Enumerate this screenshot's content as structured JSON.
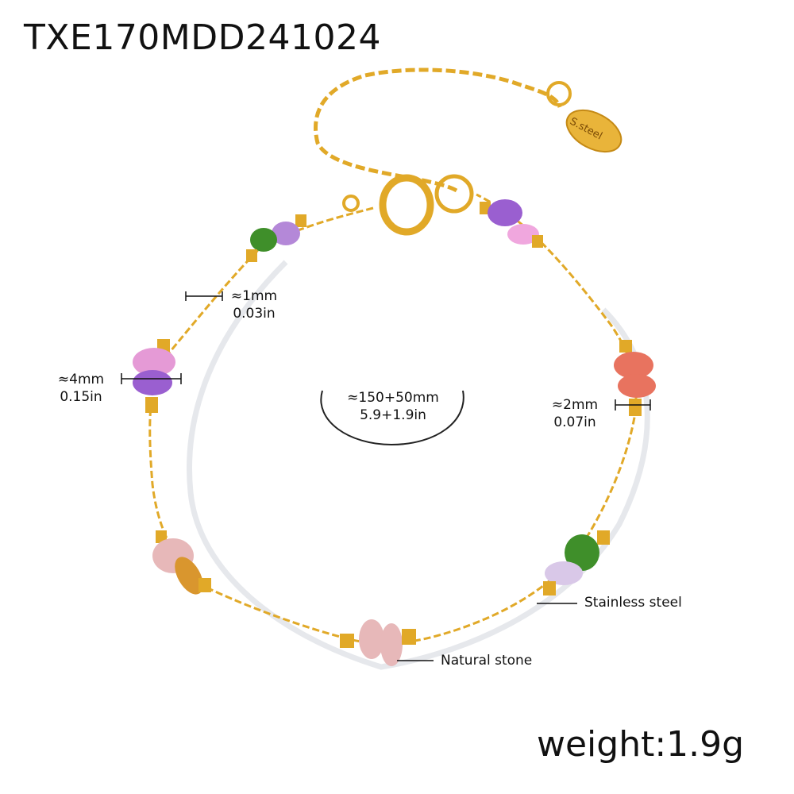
{
  "sku": "TXE170MDD241024",
  "weight_label": "weight:1.9g",
  "tag_text": "S.steel",
  "dimensions": {
    "chain_width": {
      "mm": "≈1mm",
      "in": "0.03in"
    },
    "stone_width": {
      "mm": "≈4mm",
      "in": "0.15in"
    },
    "length": {
      "mm": "≈150+50mm",
      "in": "5.9+1.9in"
    },
    "bead_width": {
      "mm": "≈2mm",
      "in": "0.07in"
    }
  },
  "callouts": {
    "steel": "Stainless steel",
    "stone": "Natural stone"
  },
  "colors": {
    "gold": "#e1a928",
    "pink": "#e59ad6",
    "purple": "#9a5fd0",
    "green": "#3f8f2a",
    "coral": "#e8735f",
    "blush": "#e7b8b9",
    "amber": "#d9962e",
    "lilac": "#d9c8e8"
  }
}
